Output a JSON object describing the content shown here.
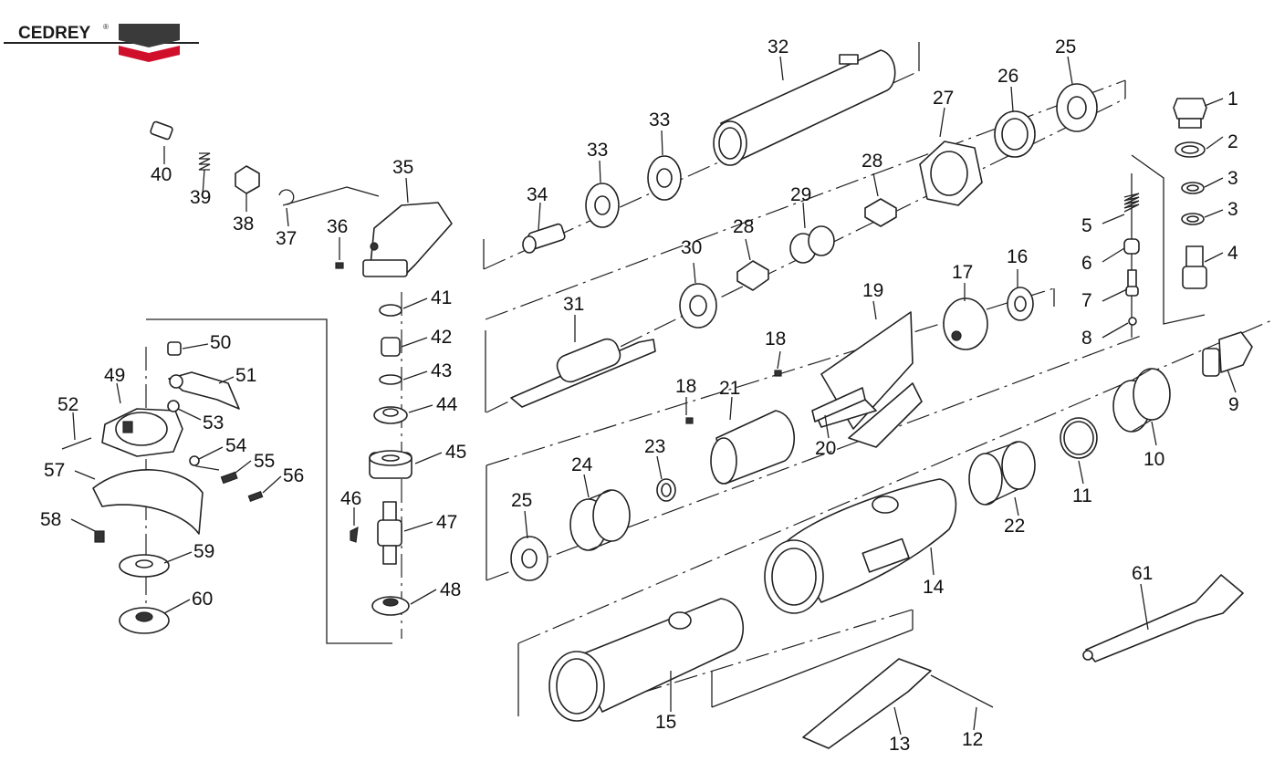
{
  "brand": {
    "name": "CEDREY",
    "registered": "®",
    "colors": {
      "dark": "#3a3a3a",
      "red": "#d0102b"
    }
  },
  "labels": {
    "p1": "1",
    "p2": "2",
    "p3a": "3",
    "p3b": "3",
    "p4": "4",
    "p5": "5",
    "p6": "6",
    "p7": "7",
    "p8": "8",
    "p9": "9",
    "p10": "10",
    "p11": "11",
    "p12": "12",
    "p13": "13",
    "p14": "14",
    "p15": "15",
    "p16": "16",
    "p17": "17",
    "p18a": "18",
    "p18b": "18",
    "p19": "19",
    "p20": "20",
    "p21": "21",
    "p22": "22",
    "p23": "23",
    "p24": "24",
    "p25a": "25",
    "p25b": "25",
    "p26": "26",
    "p27": "27",
    "p28a": "28",
    "p28b": "28",
    "p29": "29",
    "p30": "30",
    "p31": "31",
    "p32": "32",
    "p33a": "33",
    "p33b": "33",
    "p34": "34",
    "p35": "35",
    "p36": "36",
    "p37": "37",
    "p38": "38",
    "p39": "39",
    "p40": "40",
    "p41": "41",
    "p42": "42",
    "p43": "43",
    "p44": "44",
    "p45": "45",
    "p46": "46",
    "p47": "47",
    "p48": "48",
    "p49": "49",
    "p50": "50",
    "p51": "51",
    "p52": "52",
    "p53": "53",
    "p54": "54",
    "p55": "55",
    "p56": "56",
    "p57": "57",
    "p58": "58",
    "p59": "59",
    "p60": "60",
    "p61": "61"
  }
}
